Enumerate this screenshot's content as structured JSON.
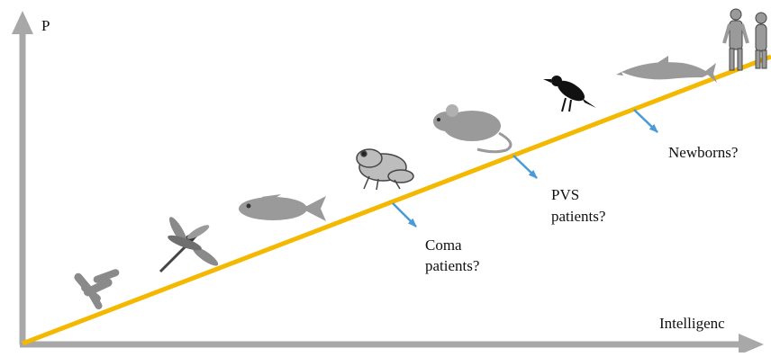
{
  "axes": {
    "y_label": "P",
    "x_label": "Intelligenc"
  },
  "colors": {
    "trend_line": "#f5b800",
    "axis": "#a8a8a8",
    "annotation_arrow": "#4a9ad8",
    "silhouette": "#8c8c8c"
  },
  "organisms": [
    {
      "name": "bacteria-icon"
    },
    {
      "name": "dragonfly-icon"
    },
    {
      "name": "fish-icon"
    },
    {
      "name": "frog-icon"
    },
    {
      "name": "mouse-icon"
    },
    {
      "name": "crow-icon"
    },
    {
      "name": "dolphin-icon"
    },
    {
      "name": "humans-icon"
    }
  ],
  "annotations": {
    "coma": {
      "line1": "Coma",
      "line2": "patients?"
    },
    "pvs": {
      "line1": "PVS",
      "line2": "patients?"
    },
    "newborns": {
      "line1": "Newborns?"
    }
  }
}
